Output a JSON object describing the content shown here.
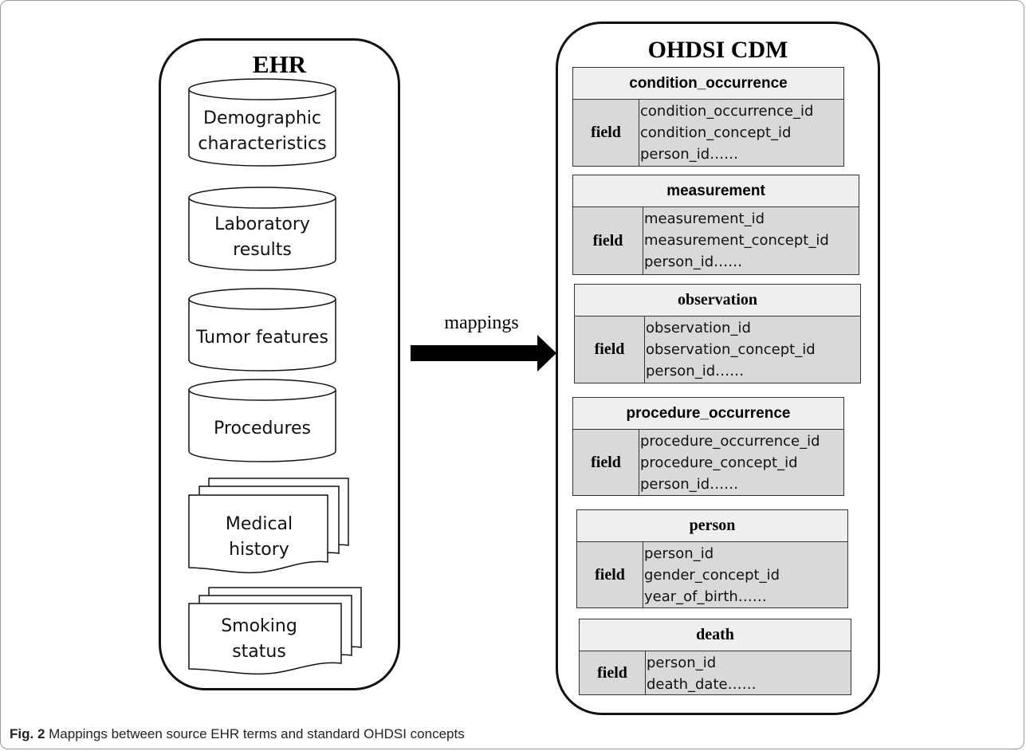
{
  "ehr": {
    "title": "EHR",
    "sources": [
      {
        "label": "Demographic characteristics",
        "shape": "database-cylinder"
      },
      {
        "label": "Laboratory results",
        "shape": "database-cylinder"
      },
      {
        "label": "Tumor features",
        "shape": "database-cylinder"
      },
      {
        "label": "Procedures",
        "shape": "database-cylinder"
      },
      {
        "label": "Medical history",
        "shape": "document-stack"
      },
      {
        "label": "Smoking status",
        "shape": "document-stack"
      }
    ]
  },
  "arrow": {
    "label": "mappings"
  },
  "cdm": {
    "title": "OHDSI CDM",
    "field_label": "field",
    "tables": [
      {
        "name": "condition_occurrence",
        "fields": [
          "condition_occurrence_id",
          "condition_concept_id",
          "person_id……"
        ]
      },
      {
        "name": "measurement",
        "fields": [
          "measurement_id",
          "measurement_concept_id",
          "person_id……"
        ]
      },
      {
        "name": "observation",
        "fields": [
          "observation_id",
          "observation_concept_id",
          "person_id……"
        ]
      },
      {
        "name": "procedure_occurrence",
        "fields": [
          "procedure_occurrence_id",
          "procedure_concept_id",
          "person_id……"
        ]
      },
      {
        "name": "person",
        "fields": [
          "person_id",
          "gender_concept_id",
          "year_of_birth……"
        ]
      },
      {
        "name": "death",
        "fields": [
          "person_id",
          "death_date……"
        ]
      }
    ]
  },
  "caption": {
    "label": "Fig. 2",
    "text": " Mappings between source EHR terms and standard OHDSI concepts"
  }
}
